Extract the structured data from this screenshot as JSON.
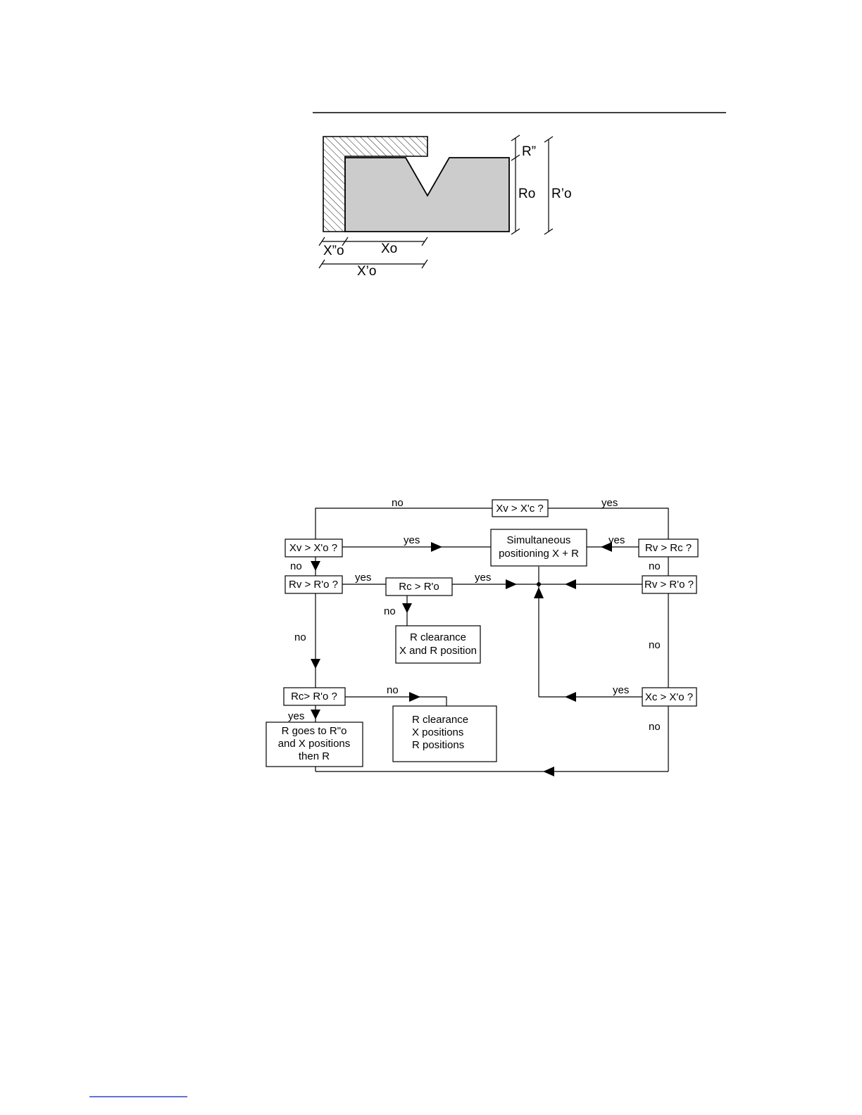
{
  "part_diagram": {
    "labels": {
      "r_double_prime": "R”",
      "r_o": "Ro",
      "r_prime_o": "R’o",
      "x_double_prime_o": "X”o",
      "x_o": "Xo",
      "x_prime_o": "X’o"
    },
    "colors": {
      "part_fill": "#cccccc",
      "stroke": "#000000"
    }
  },
  "flowchart": {
    "boxes": {
      "xv_gt_xpc": "Xv > X'c ?",
      "xv_gt_xpo": "Xv > X'o ?",
      "simultaneous_1": "Simultaneous",
      "simultaneous_2": "positioning X + R",
      "rv_gt_rc": "Rv > Rc ?",
      "rv_gt_rpo_left": "Rv > R'o ?",
      "rc_gt_rpo_mid": "Rc > R'o",
      "rv_gt_rpo_right": "Rv > R'o ?",
      "r_clearance_1_l1": "R clearance",
      "r_clearance_1_l2": "X and R position",
      "rc_gt_rpo_left": "Rc> R'o ?",
      "xc_gt_xpo": "Xc > X'o ?",
      "r_goes_l1": "R goes to R\"o",
      "r_goes_l2": "and X positions",
      "r_goes_l3": "then R",
      "r_clearance_2_l1": "R clearance",
      "r_clearance_2_l2": "X positions",
      "r_clearance_2_l3": "R positions"
    },
    "edge_labels": {
      "top_no": "no",
      "top_yes": "yes",
      "xv_xpo_yes": "yes",
      "rv_rc_yes": "yes",
      "xv_xpo_no": "no",
      "rv_rc_no": "no",
      "rv_rpo_yes": "yes",
      "rc_rpo_yes": "yes",
      "rc_rpo_no": "no",
      "left_no": "no",
      "right_no": "no",
      "rc_left_no": "no",
      "xc_yes": "yes",
      "rc_left_yes": "yes",
      "xc_no": "no"
    }
  }
}
